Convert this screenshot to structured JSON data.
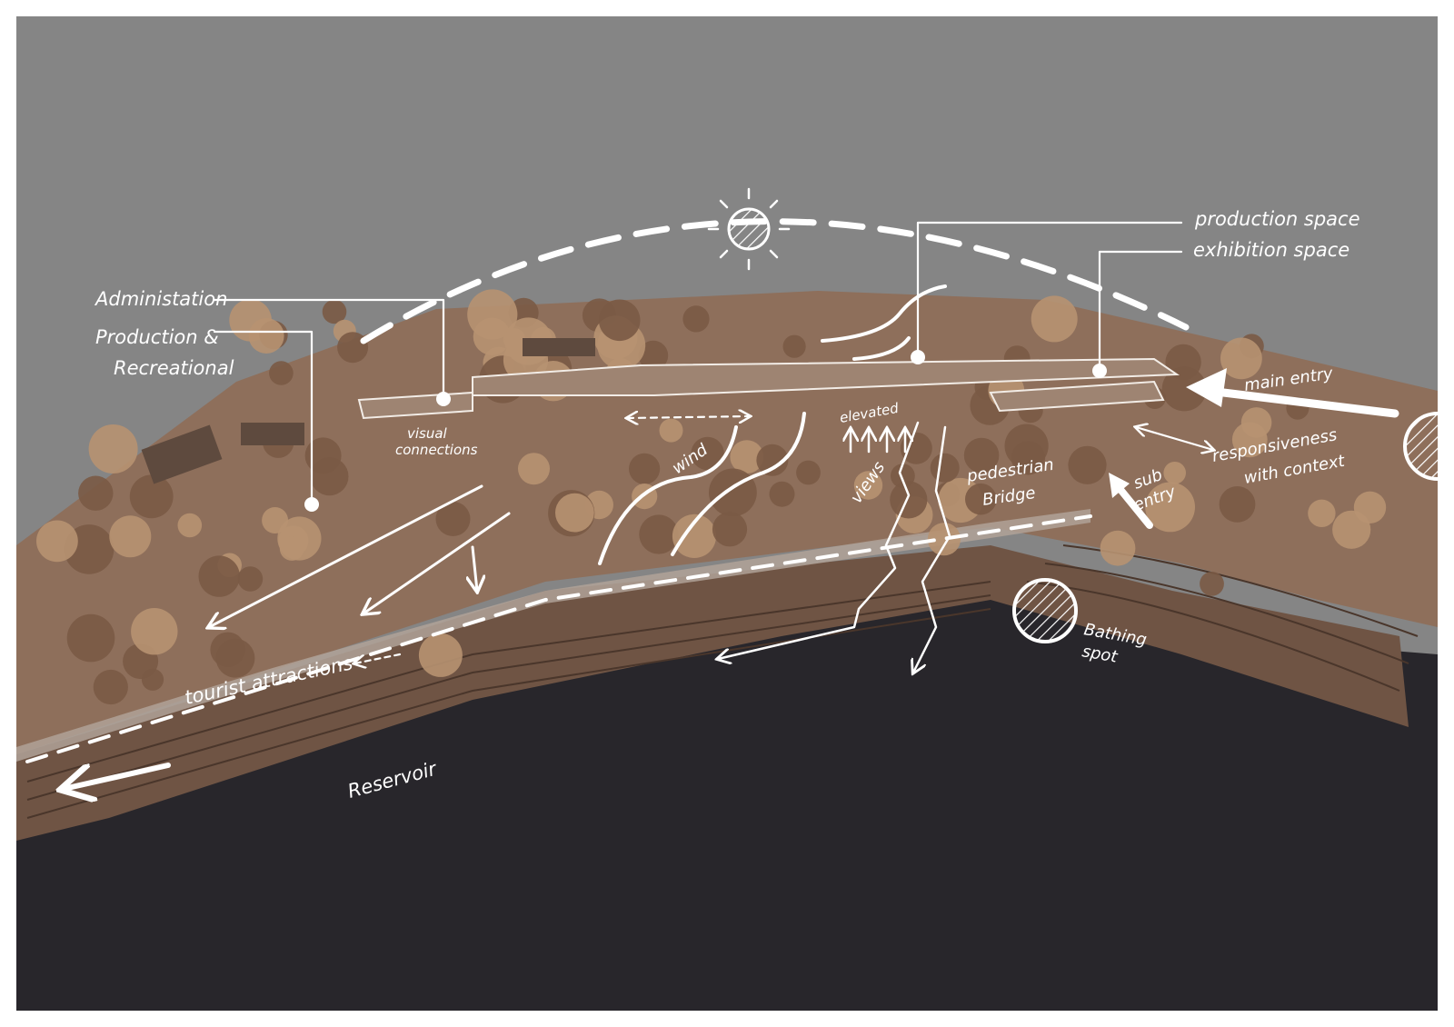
{
  "labels": {
    "administration": "Administation",
    "production_recreational_1": "Production &",
    "production_recreational_2": "Recreational",
    "production_space": "production space",
    "exhibition_space": "exhibition space",
    "main_entry": "main entry",
    "visual_connections_1": "visual",
    "visual_connections_2": "connections",
    "wind": "wind",
    "elevated": "elevated",
    "views": "views",
    "pedestrian_bridge_1": "pedestrian",
    "pedestrian_bridge_2": "Bridge",
    "sub_entry_1": "sub",
    "sub_entry_2": "entry",
    "responsiveness_1": "responsiveness",
    "responsiveness_2": "with context",
    "bathing_spot_1": "Bathing",
    "bathing_spot_2": "spot",
    "tourist_attractions": "tourist attractions",
    "reservoir": "Reservoir"
  },
  "colors": {
    "sky": "#858585",
    "water": "#28262b",
    "ground": "#8e6f5b",
    "ground_shadow": "#6f5444",
    "tree_light": "#b79271",
    "tree_dark": "#7a5a45",
    "ink": "#ffffff"
  },
  "icons": [
    "sun-icon",
    "hatched-circle-icon",
    "arrow-icon"
  ]
}
